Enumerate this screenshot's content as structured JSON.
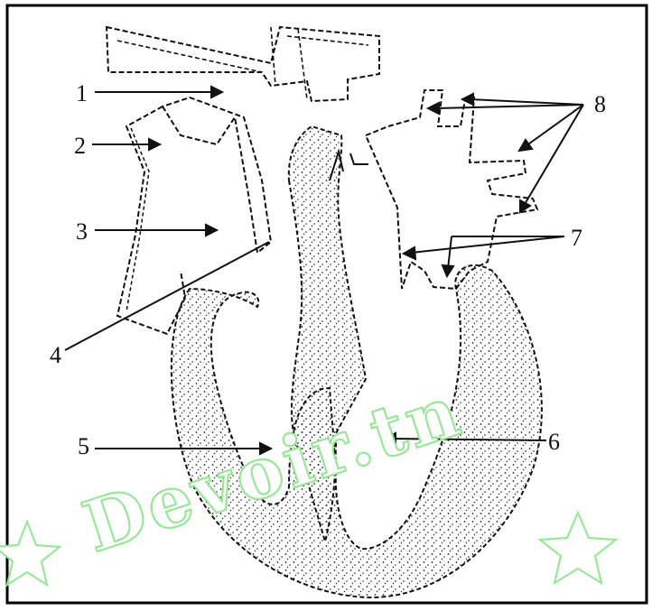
{
  "diagram": {
    "labels": [
      "1",
      "2",
      "3",
      "4",
      "5",
      "6",
      "7",
      "8"
    ]
  },
  "watermark": {
    "text": "Devoir.tn",
    "color": "#9be59a"
  },
  "colors": {
    "border": "#000000",
    "ink": "#111111",
    "watermark_stroke": "#9be59a"
  }
}
